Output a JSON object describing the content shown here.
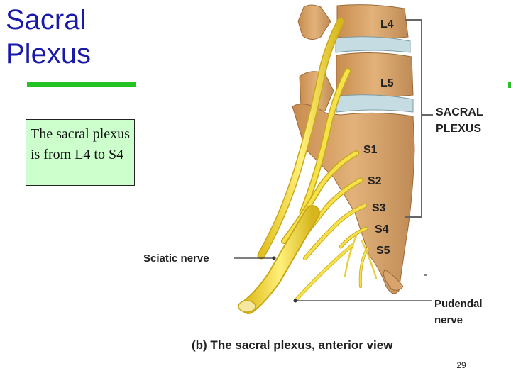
{
  "slide": {
    "title": "Sacral Plexus",
    "note": "The sacral plexus is from L4 to S4",
    "number": "29"
  },
  "colors": {
    "title": "#1a1aaa",
    "accent_rule": "#22c322",
    "note_fill": "#ccffcc",
    "bone": "#d9a66a",
    "disc": "#c4dce2",
    "nerve": "#f2dc3c"
  },
  "figure": {
    "vertebra_labels": [
      "L4",
      "L5"
    ],
    "sacral_labels": [
      "S1",
      "S2",
      "S3",
      "S4",
      "S5"
    ],
    "plexus_label": [
      "SACRAL",
      "PLEXUS"
    ],
    "sciatic_label": "Sciatic nerve",
    "pudendal_label": [
      "Pudendal",
      "nerve"
    ],
    "caption": "(b) The sacral plexus, anterior view"
  }
}
